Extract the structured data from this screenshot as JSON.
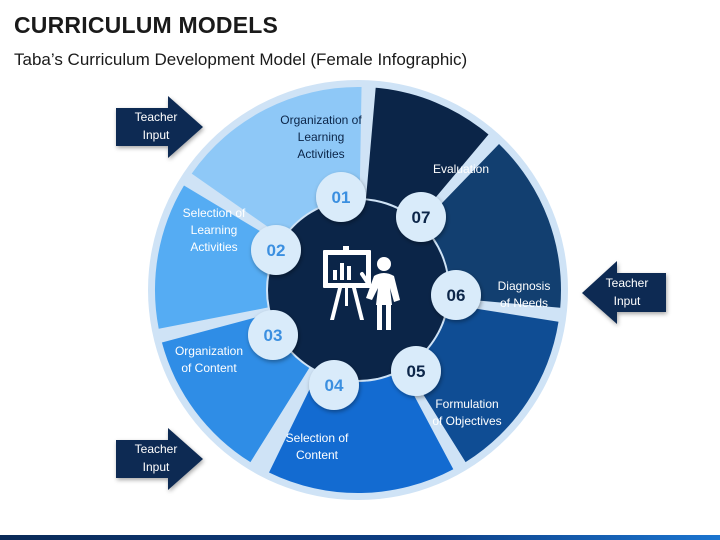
{
  "header": {
    "title": "CURRICULUM MODELS",
    "subtitle": "Taba’s Curriculum Development Model (Female Infographic)"
  },
  "colors": {
    "ring": "#cfe3f6",
    "hub": "#0b2548",
    "seg_01": "#8ec8f7",
    "seg_02": "#55acf3",
    "seg_03": "#2f8de6",
    "seg_04": "#136bd1",
    "seg_05": "#0f4d94",
    "seg_06": "#123f70",
    "seg_07": "#0b2548",
    "bubble": "#d9ebfa",
    "arrow": "#0e2a52"
  },
  "steps": [
    {
      "number": "01",
      "label_lines": [
        "Organization of",
        "Learning",
        "Activities"
      ]
    },
    {
      "number": "02",
      "label_lines": [
        "Selection of",
        "Learning",
        "Activities"
      ]
    },
    {
      "number": "03",
      "label_lines": [
        "Organization",
        "of Content"
      ]
    },
    {
      "number": "04",
      "label_lines": [
        "Selection of",
        "Content"
      ]
    },
    {
      "number": "05",
      "label_lines": [
        "Formulation",
        "of Objectives"
      ]
    },
    {
      "number": "06",
      "label_lines": [
        "Diagnosis",
        "of Needs"
      ]
    },
    {
      "number": "07",
      "label_lines": [
        "Evaluation"
      ]
    }
  ],
  "inputs": [
    {
      "lines": [
        "Teacher",
        "Input"
      ]
    },
    {
      "lines": [
        "Teacher",
        "Input"
      ]
    },
    {
      "lines": [
        "Teacher",
        "Input"
      ]
    }
  ],
  "center_icon": "teacher-presentation-board-icon"
}
